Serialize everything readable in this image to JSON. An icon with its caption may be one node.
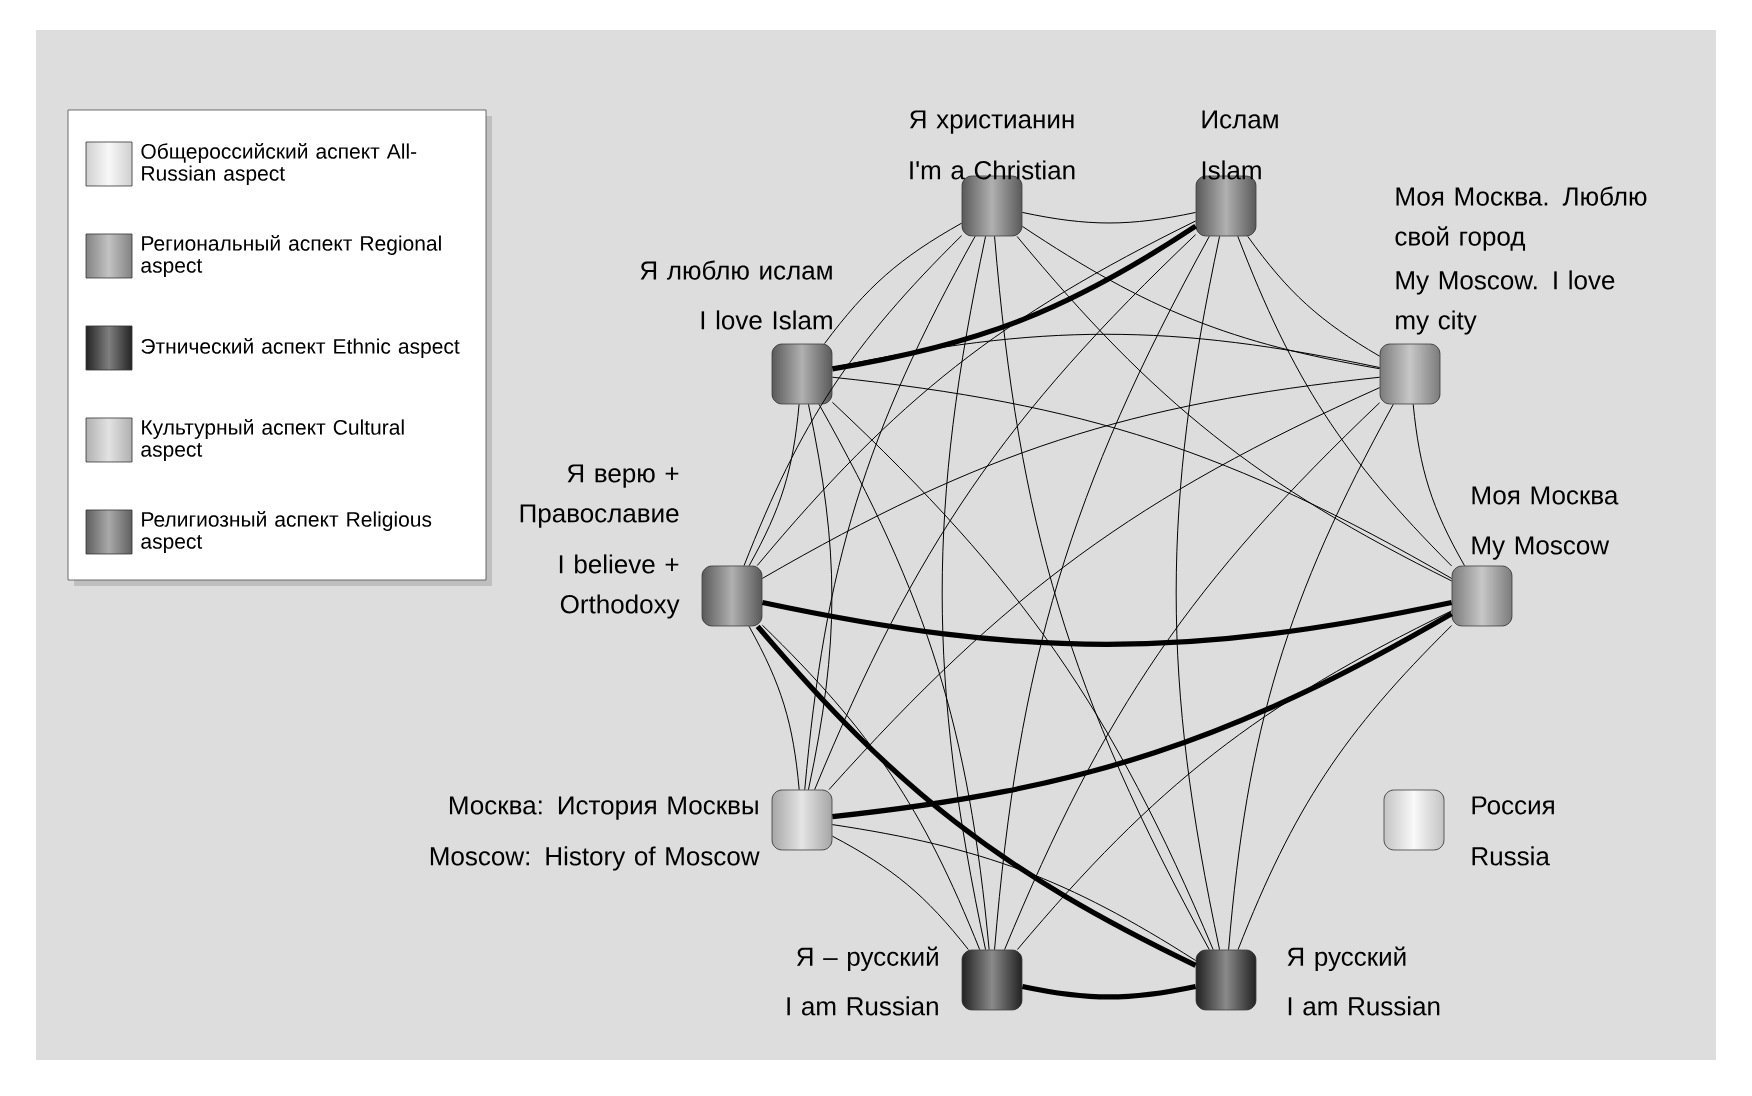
{
  "diagram": {
    "nodes": [
      {
        "text": [
          "Я христианин",
          "I'm a Christian"
        ]
      },
      {
        "text": [
          "Ислам",
          "Islam"
        ]
      },
      {
        "text": [
          "Моя Москва. Люблю свой город",
          "My Moscow. I love my city"
        ]
      },
      {
        "text": [
          "Моя Москва",
          "My Moscow"
        ]
      },
      {
        "text": [
          "Россия",
          "Russia"
        ]
      },
      {
        "text": [
          "Я русский",
          "I am Russian"
        ]
      },
      {
        "text": [
          "Я – русский",
          "I am Russian"
        ]
      },
      {
        "text": [
          "Москва: История Москвы",
          "Moscow: History of Moscow"
        ]
      },
      {
        "text": [
          "Я верю + Православие",
          "I believe + Orthodoxy"
        ]
      },
      {
        "text": [
          "Я люблю ислам",
          "I love Islam"
        ]
      }
    ],
    "edges": [
      {
        "from": 0,
        "to": 1,
        "arrow": "none"
      },
      {
        "from": 0,
        "to": 2,
        "arrow": "none"
      },
      {
        "from": 0,
        "to": 3,
        "arrow": "none"
      },
      {
        "from": 0,
        "to": 5,
        "arrow": "none"
      },
      {
        "from": 0,
        "to": 6,
        "arrow": "none"
      },
      {
        "from": 0,
        "to": 7,
        "arrow": "none"
      },
      {
        "from": 0,
        "to": 8,
        "arrow": "none"
      },
      {
        "from": 0,
        "to": 9,
        "arrow": "none"
      },
      {
        "from": 1,
        "to": 2,
        "arrow": "none"
      },
      {
        "from": 1,
        "to": 3,
        "arrow": "none"
      },
      {
        "from": 1,
        "to": 5,
        "arrow": "none"
      },
      {
        "from": 1,
        "to": 6,
        "arrow": "none"
      },
      {
        "from": 1,
        "to": 7,
        "arrow": "none"
      },
      {
        "from": 1,
        "to": 8,
        "arrow": "none"
      },
      {
        "from": 9,
        "to": 1,
        "arrow": "none",
        "style": "thick"
      },
      {
        "from": 2,
        "to": 3,
        "arrow": "none"
      },
      {
        "from": 2,
        "to": 5,
        "arrow": "none"
      },
      {
        "from": 2,
        "to": 6,
        "arrow": "none"
      },
      {
        "from": 2,
        "to": 7,
        "arrow": "none"
      },
      {
        "from": 2,
        "to": 8,
        "arrow": "none"
      },
      {
        "from": 2,
        "to": 9,
        "arrow": "none"
      },
      {
        "from": 3,
        "to": 5,
        "arrow": "none"
      },
      {
        "from": 3,
        "to": 6,
        "arrow": "none"
      },
      {
        "from": 7,
        "to": 3,
        "arrow": "none",
        "style": "thick"
      },
      {
        "from": 8,
        "to": 3,
        "arrow": "none",
        "style": "thick"
      },
      {
        "from": 3,
        "to": 9,
        "arrow": "none"
      },
      {
        "from": 6,
        "to": 5,
        "arrow": "none",
        "style": "thick"
      },
      {
        "from": 5,
        "to": 7,
        "arrow": "none"
      },
      {
        "from": 8,
        "to": 5,
        "arrow": "none",
        "style": "thick"
      },
      {
        "from": 5,
        "to": 9,
        "arrow": "none"
      },
      {
        "from": 6,
        "to": 7,
        "arrow": "none"
      },
      {
        "from": 6,
        "to": 8,
        "arrow": "none"
      },
      {
        "from": 6,
        "to": 9,
        "arrow": "none"
      },
      {
        "from": 7,
        "to": 8,
        "arrow": "none"
      },
      {
        "from": 7,
        "to": 9,
        "arrow": "none"
      },
      {
        "from": 8,
        "to": 9,
        "arrow": "none"
      }
    ],
    "legend": [
      {
        "text": "Общероссийский аспект All-Russian aspect",
        "color": "#f4f4f4"
      },
      {
        "text": "Региональный аспект Regional aspect",
        "color": "#9a9a9a"
      },
      {
        "text": "Этнический аспект Ethnic aspect",
        "color": "#2a2a2a"
      },
      {
        "text": "Культурный аспект Cultural aspect",
        "color": "#cfcfcf"
      },
      {
        "text": "Религиозный аспект Religious aspect",
        "color": "#707070"
      }
    ]
  }
}
